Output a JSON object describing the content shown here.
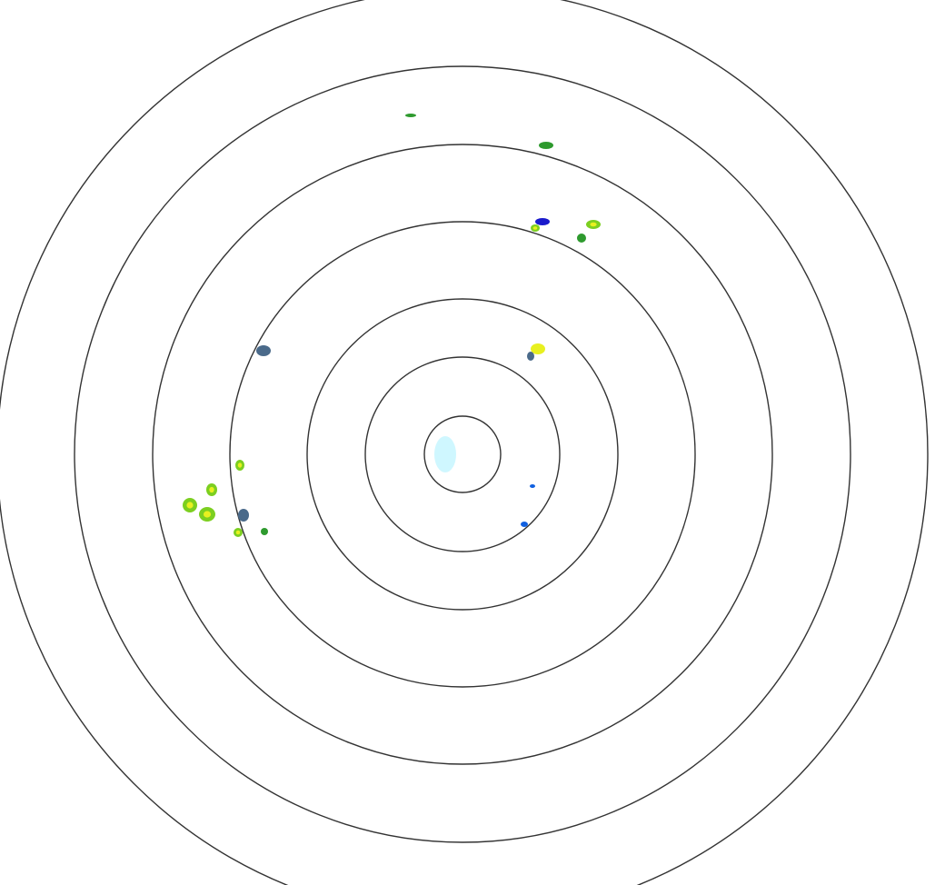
{
  "radar": {
    "range_ring_count": 7,
    "ring_color": "#333333",
    "background": "#ffffff",
    "palette": {
      "dark_blue": "#1a1acc",
      "blue": "#1060e0",
      "cyan": "#40e0ff",
      "slate": "#4a6a8a",
      "green": "#2e9a2e",
      "lime": "#7ccf20",
      "yellow": "#e8f020"
    },
    "echoes": [
      {
        "color": "green"
      },
      {
        "color": "green"
      },
      {
        "color": "slate"
      },
      {
        "color": "slate"
      },
      {
        "color": "lime"
      },
      {
        "color": "lime"
      },
      {
        "color": "dark_blue"
      },
      {
        "color": "yellow"
      },
      {
        "color": "lime"
      },
      {
        "color": "green"
      },
      {
        "color": "lime"
      },
      {
        "color": "lime"
      },
      {
        "color": "lime"
      },
      {
        "color": "slate"
      },
      {
        "color": "lime"
      },
      {
        "color": "green"
      },
      {
        "color": "blue"
      },
      {
        "color": "blue"
      },
      {
        "color": "cyan"
      }
    ]
  }
}
